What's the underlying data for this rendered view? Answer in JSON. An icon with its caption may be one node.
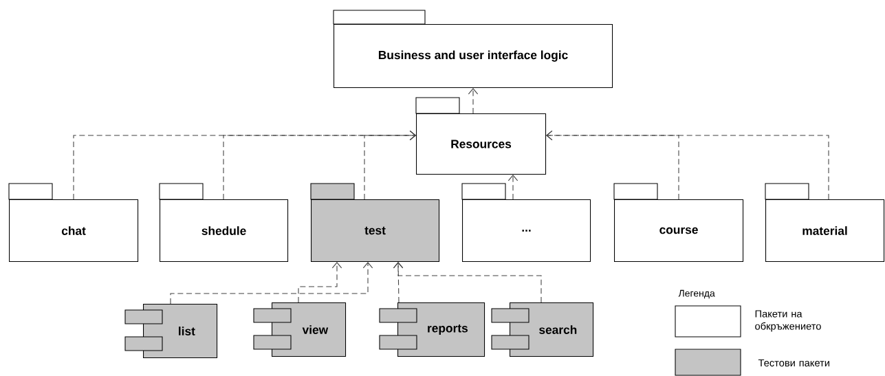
{
  "diagram": {
    "nodes": [
      {
        "text": [
          "Business and user interface logic"
        ]
      },
      {
        "text": [
          "Resources"
        ]
      },
      {
        "text": [
          "chat"
        ]
      },
      {
        "text": [
          "shedule"
        ]
      },
      {
        "text": [
          "test"
        ]
      },
      {
        "text": [
          "..."
        ]
      },
      {
        "text": [
          "course"
        ]
      },
      {
        "text": [
          "material"
        ]
      },
      {
        "text": [
          "list"
        ]
      },
      {
        "text": [
          "view"
        ]
      },
      {
        "text": [
          "reports"
        ]
      },
      {
        "text": [
          "search"
        ]
      }
    ],
    "edges": [
      {
        "from": 1,
        "to": 0,
        "arrow": "to",
        "style": "dashed"
      },
      {
        "from": 2,
        "to": 1,
        "arrow": "to",
        "style": "dashed"
      },
      {
        "from": 3,
        "to": 1,
        "arrow": "to",
        "style": "dashed"
      },
      {
        "from": 4,
        "to": 1,
        "arrow": "to",
        "style": "dashed"
      },
      {
        "from": 5,
        "to": 1,
        "arrow": "to",
        "style": "dashed"
      },
      {
        "from": 6,
        "to": 1,
        "arrow": "to",
        "style": "dashed"
      },
      {
        "from": 7,
        "to": 1,
        "arrow": "to",
        "style": "dashed"
      },
      {
        "from": 8,
        "to": 4,
        "arrow": "to",
        "style": "dashed"
      },
      {
        "from": 9,
        "to": 4,
        "arrow": "to",
        "style": "dashed"
      },
      {
        "from": 10,
        "to": 4,
        "arrow": "to",
        "style": "dashed"
      },
      {
        "from": 11,
        "to": 4,
        "arrow": "to",
        "style": "dashed"
      }
    ],
    "labels": [
      "Легенда"
    ],
    "legend": [
      {
        "text": "Пакети на обкръжението"
      },
      {
        "text": "Тестови пакети",
        "color": "#c4c4c4"
      }
    ]
  }
}
